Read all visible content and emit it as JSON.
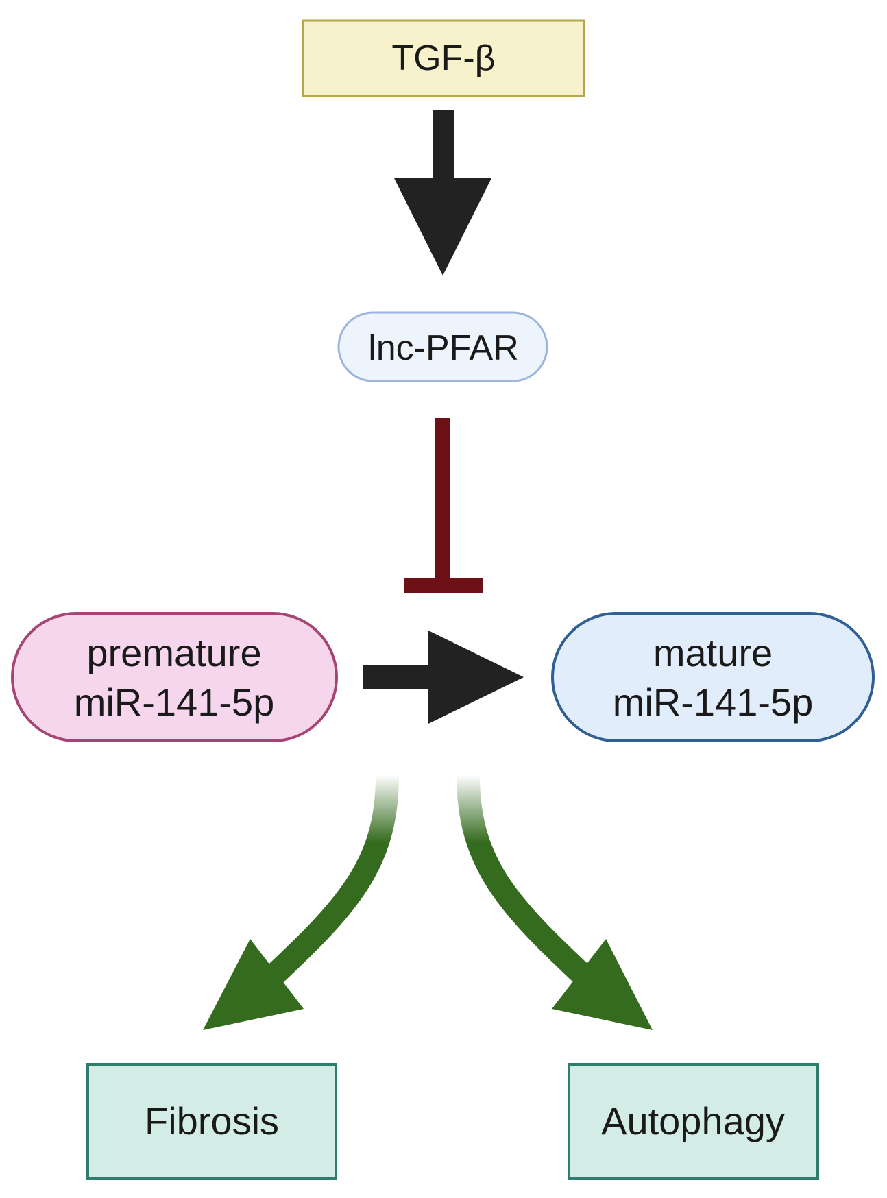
{
  "nodes": {
    "tgf": {
      "label": "TGF-β",
      "fill": "#f7f2cc",
      "stroke": "#b7a54a"
    },
    "lnc": {
      "label": "lnc-PFAR",
      "fill": "#eef4fc",
      "stroke": "#9db4dc"
    },
    "premature": {
      "line1": "premature",
      "line2": "miR-141-5p",
      "fill": "#f6d6ec",
      "stroke": "#a64573"
    },
    "mature": {
      "line1": "mature",
      "line2": "miR-141-5p",
      "fill": "#e1edfa",
      "stroke": "#2f5f94"
    },
    "fibrosis": {
      "label": "Fibrosis",
      "fill": "#d3ece6",
      "stroke": "#2f7d6d"
    },
    "autophagy": {
      "label": "Autophagy",
      "fill": "#d3ece6",
      "stroke": "#2f7d6d"
    }
  },
  "edges": {
    "activation_color": "#222222",
    "inhibition_color": "#6e1116",
    "effect_color": "#356b1e"
  }
}
